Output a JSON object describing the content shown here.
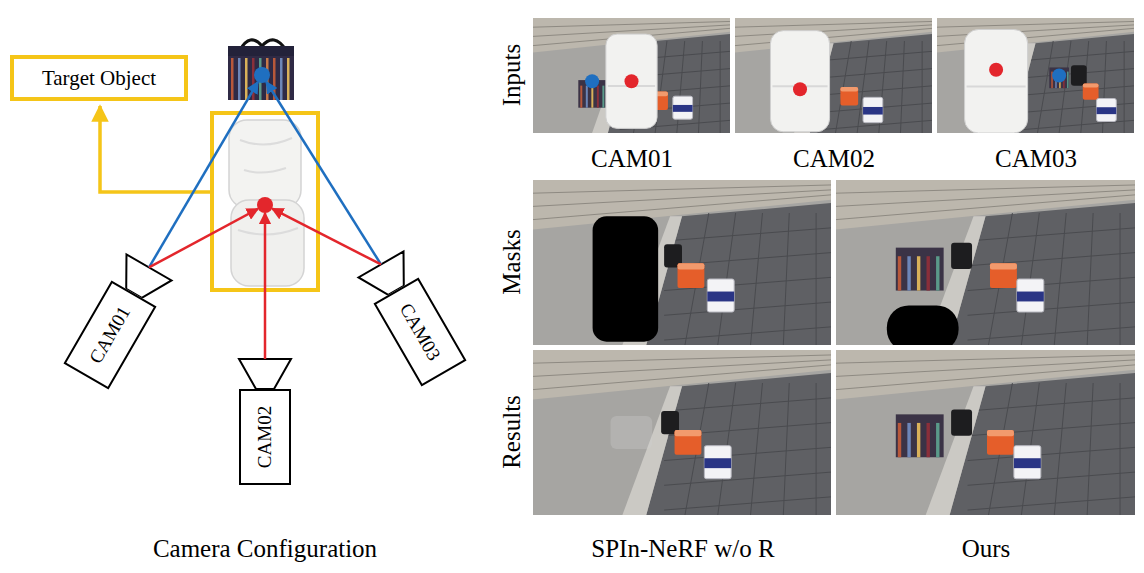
{
  "diagram": {
    "nodes": [
      {
        "text": [
          "Target Object"
        ]
      },
      {
        "text": [
          "CAM01"
        ]
      },
      {
        "text": [
          "CAM02"
        ]
      },
      {
        "text": [
          "CAM03"
        ]
      }
    ],
    "labels": [
      "Inputs",
      "CAM01",
      "CAM02",
      "CAM03",
      "Masks",
      "Results",
      "Camera Configuration",
      "SPIn-NeRF w/o R",
      "Ours"
    ]
  }
}
